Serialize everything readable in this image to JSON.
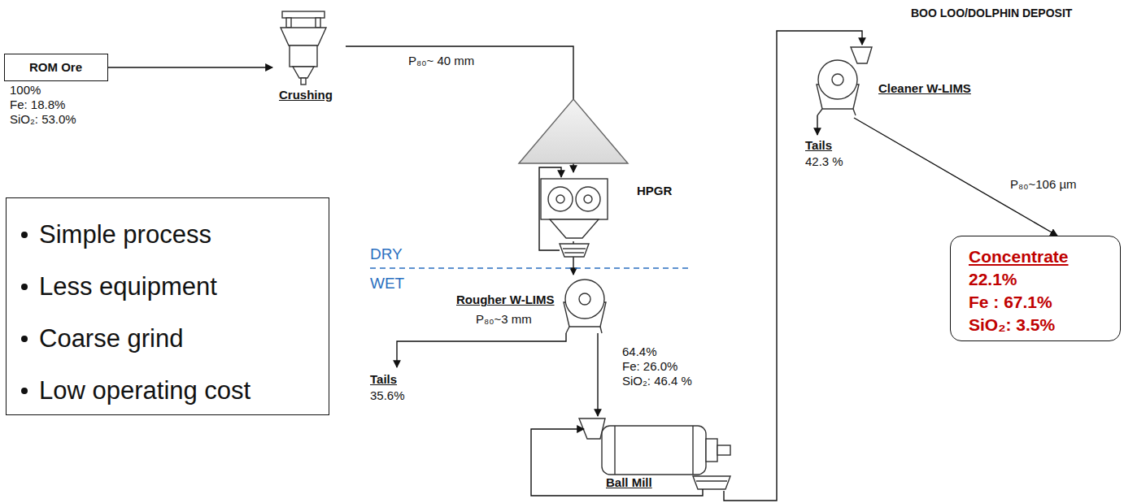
{
  "diagram": {
    "title": "BOO LOO/DOLPHIN DEPOSIT",
    "nodes": [
      {
        "text": [
          "ROM Ore"
        ]
      },
      {
        "text": [
          "Crushing"
        ]
      },
      {
        "text": [
          "HPGR"
        ]
      },
      {
        "text": [
          "Rougher W-LIMS"
        ]
      },
      {
        "text": [
          "Ball Mill"
        ]
      },
      {
        "text": [
          "Cleaner W-LIMS"
        ]
      },
      {
        "text": [
          "Concentrate",
          "22.1%",
          "Fe : 67.1%",
          "SiO₂: 3.5%"
        ]
      },
      {
        "text": [
          "Simple process",
          "Less equipment",
          "Coarse grind",
          "Low operating cost"
        ]
      }
    ],
    "edges": [
      {
        "from": 0,
        "to": 1,
        "arrow": "to"
      },
      {
        "from": 1,
        "to": 2,
        "arrow": "to",
        "label": "P₈₀~ 40 mm"
      },
      {
        "from": 2,
        "to": 3,
        "arrow": "to"
      },
      {
        "from": 3,
        "to": 4,
        "arrow": "to"
      },
      {
        "from": 4,
        "to": 5,
        "arrow": "to"
      },
      {
        "from": 5,
        "to": 6,
        "arrow": "to",
        "label": "P₈₀~106 µm"
      }
    ],
    "labels": [
      "100%",
      "Fe: 18.8%",
      "SiO₂: 53.0%",
      "DRY",
      "WET",
      "P₈₀~3 mm",
      "Tails",
      "35.6%",
      "64.4%",
      "Fe: 26.0%",
      "SiO₂: 46.4 %",
      "Tails",
      "42.3 %"
    ]
  }
}
